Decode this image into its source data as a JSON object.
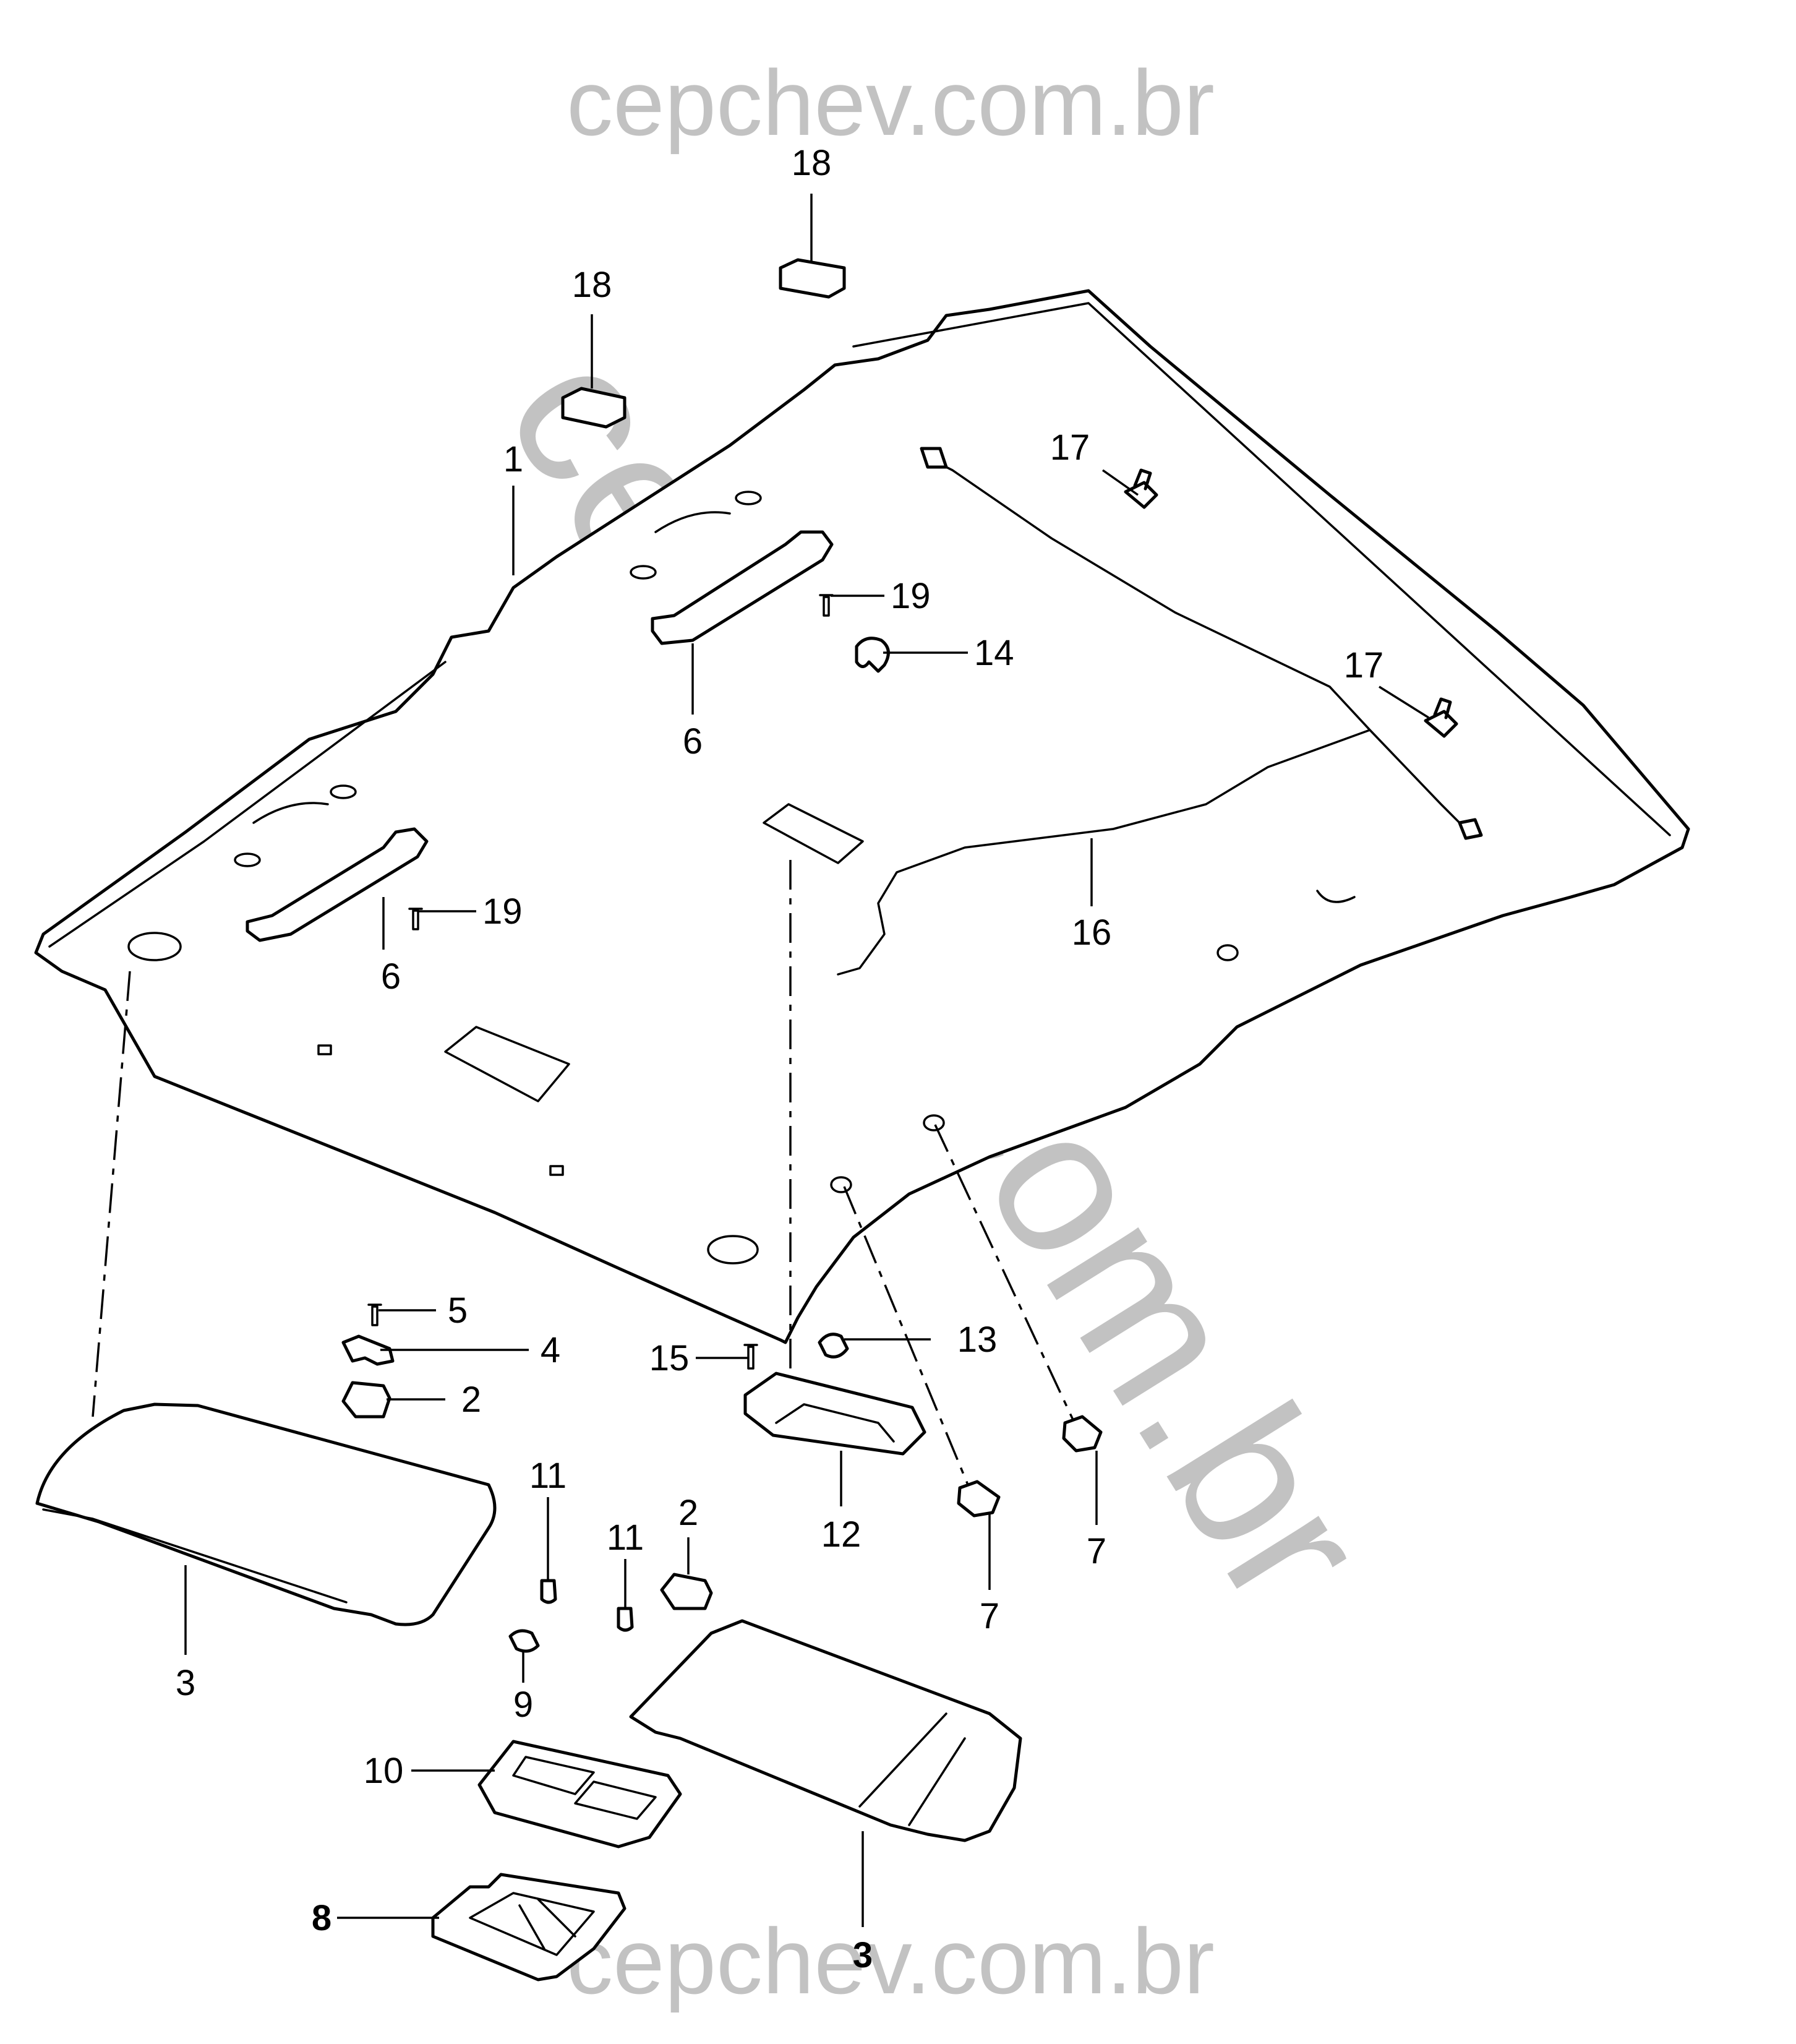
{
  "watermark": {
    "text_top": "cepchev.com.br",
    "text_bottom": "cepchev.com.br",
    "text_diagonal": "cepchev.com.br",
    "color": "#c2c2c2"
  },
  "callouts": {
    "c1": "1",
    "c2a": "2",
    "c2b": "2",
    "c3a": "3",
    "c3b": "3",
    "c4": "4",
    "c5": "5",
    "c6a": "6",
    "c6b": "6",
    "c7a": "7",
    "c7b": "7",
    "c8": "8",
    "c9": "9",
    "c10": "10",
    "c11a": "11",
    "c11b": "11",
    "c12": "12",
    "c13": "13",
    "c14": "14",
    "c15": "15",
    "c16": "16",
    "c17a": "17",
    "c17b": "17",
    "c18a": "18",
    "c18b": "18",
    "c19a": "19",
    "c19b": "19"
  }
}
